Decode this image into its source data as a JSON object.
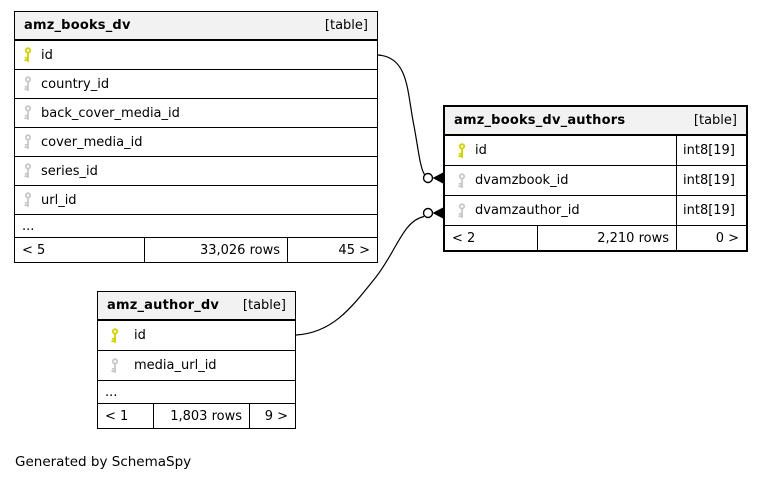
{
  "diagram": {
    "caption": "Generated by SchemaSpy"
  },
  "colors": {
    "primary_key": "#d1d100",
    "foreign_key": "#c8c8c8",
    "header_bg": "#f2f2f2",
    "border": "#000000"
  },
  "tables": [
    {
      "name": "amz_books_dv",
      "badge": "[table]",
      "columns": [
        {
          "name": "id",
          "key": "primary"
        },
        {
          "name": "country_id",
          "key": "foreign"
        },
        {
          "name": "back_cover_media_id",
          "key": "foreign"
        },
        {
          "name": "cover_media_id",
          "key": "foreign"
        },
        {
          "name": "series_id",
          "key": "foreign"
        },
        {
          "name": "url_id",
          "key": "foreign"
        }
      ],
      "ellipsis": "...",
      "footer": {
        "left": "< 5",
        "center": "33,026 rows",
        "right": "45 >"
      }
    },
    {
      "name": "amz_books_dv_authors",
      "badge": "[table]",
      "columns": [
        {
          "name": "id",
          "type": "int8[19]",
          "key": "primary"
        },
        {
          "name": "dvamzbook_id",
          "type": "int8[19]",
          "key": "foreign"
        },
        {
          "name": "dvamzauthor_id",
          "type": "int8[19]",
          "key": "foreign"
        }
      ],
      "footer": {
        "left": "< 2",
        "center": "2,210 rows",
        "right": "0 >"
      }
    },
    {
      "name": "amz_author_dv",
      "badge": "[table]",
      "columns": [
        {
          "name": "id",
          "key": "primary"
        },
        {
          "name": "media_url_id",
          "key": "foreign"
        }
      ],
      "ellipsis": "...",
      "footer": {
        "left": "< 1",
        "center": "1,803 rows",
        "right": "9 >"
      }
    }
  ],
  "relationships": [
    {
      "from": "amz_books_dv.id",
      "to": "amz_books_dv_authors.dvamzbook_id"
    },
    {
      "from": "amz_author_dv.id",
      "to": "amz_books_dv_authors.dvamzauthor_id"
    }
  ]
}
